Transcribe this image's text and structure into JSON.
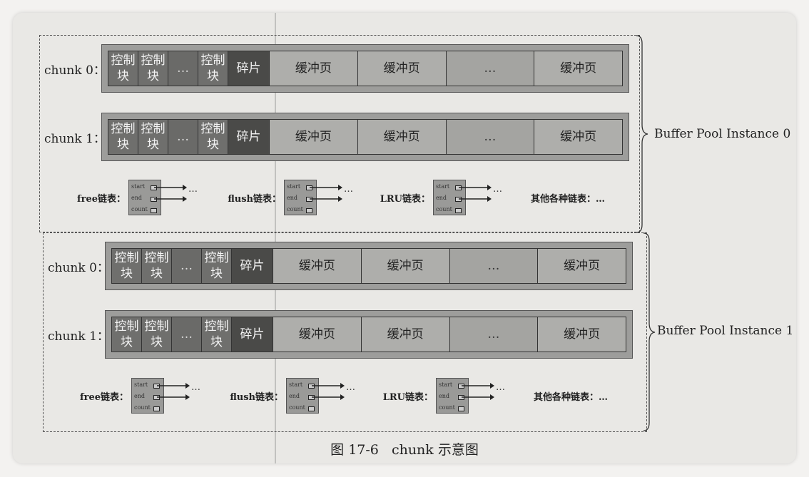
{
  "cell_labels": {
    "control_block": "控制块",
    "control_dots": "…",
    "fragment": "碎片",
    "buffer_page": "缓冲页",
    "buffer_dots": "…"
  },
  "list_node": {
    "start": "start",
    "end": "end",
    "count": "count"
  },
  "list_names": {
    "free": "free链表：",
    "flush": "flush链表：",
    "lru": "LRU链表：",
    "other": "其他各种链表：…"
  },
  "list_dots": "…",
  "instances": [
    {
      "label": "Buffer Pool Instance 0",
      "chunks": [
        {
          "label": "chunk 0："
        },
        {
          "label": "chunk 1："
        }
      ]
    },
    {
      "label": "Buffer Pool Instance 1",
      "chunks": [
        {
          "label": "chunk 0："
        },
        {
          "label": "chunk 1："
        }
      ]
    }
  ],
  "caption": {
    "figure": "图 17-6",
    "title": "chunk 示意图"
  },
  "colors": {
    "control_block": "#6f6f6d",
    "fragment": "#4a4a48",
    "buffer_page": "#aeaeab",
    "chunk_frame": "#9d9d9b"
  }
}
